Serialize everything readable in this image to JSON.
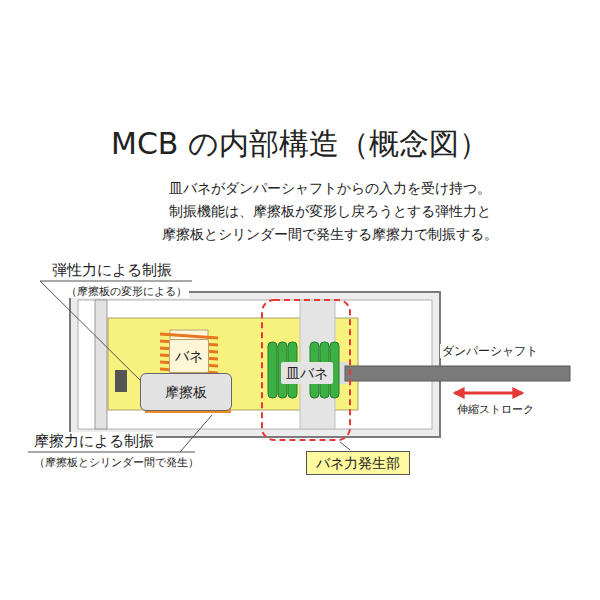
{
  "diagram": {
    "title": "MCB の内部構造（概念図）",
    "nodes": [
      {
        "text": [
          "バネ"
        ]
      },
      {
        "text": [
          "摩擦板"
        ]
      },
      {
        "text": [
          "皿バネ"
        ]
      },
      {
        "text": [
          "バネ力発生部"
        ]
      }
    ],
    "labels": [
      "皿バネがダンパーシャフトからの入力を受け持つ。",
      "制振機能は、摩擦板が変形し戻ろうとする弾性力と",
      "摩擦板とシリンダー間で発生する摩擦力で制振する。",
      "弾性力による制振",
      "（摩擦板の変形による）",
      "摩擦力による制振",
      "（摩擦板とシリンダー間で発生）",
      "ダンパーシャフト",
      "伸縮ストローク"
    ]
  }
}
